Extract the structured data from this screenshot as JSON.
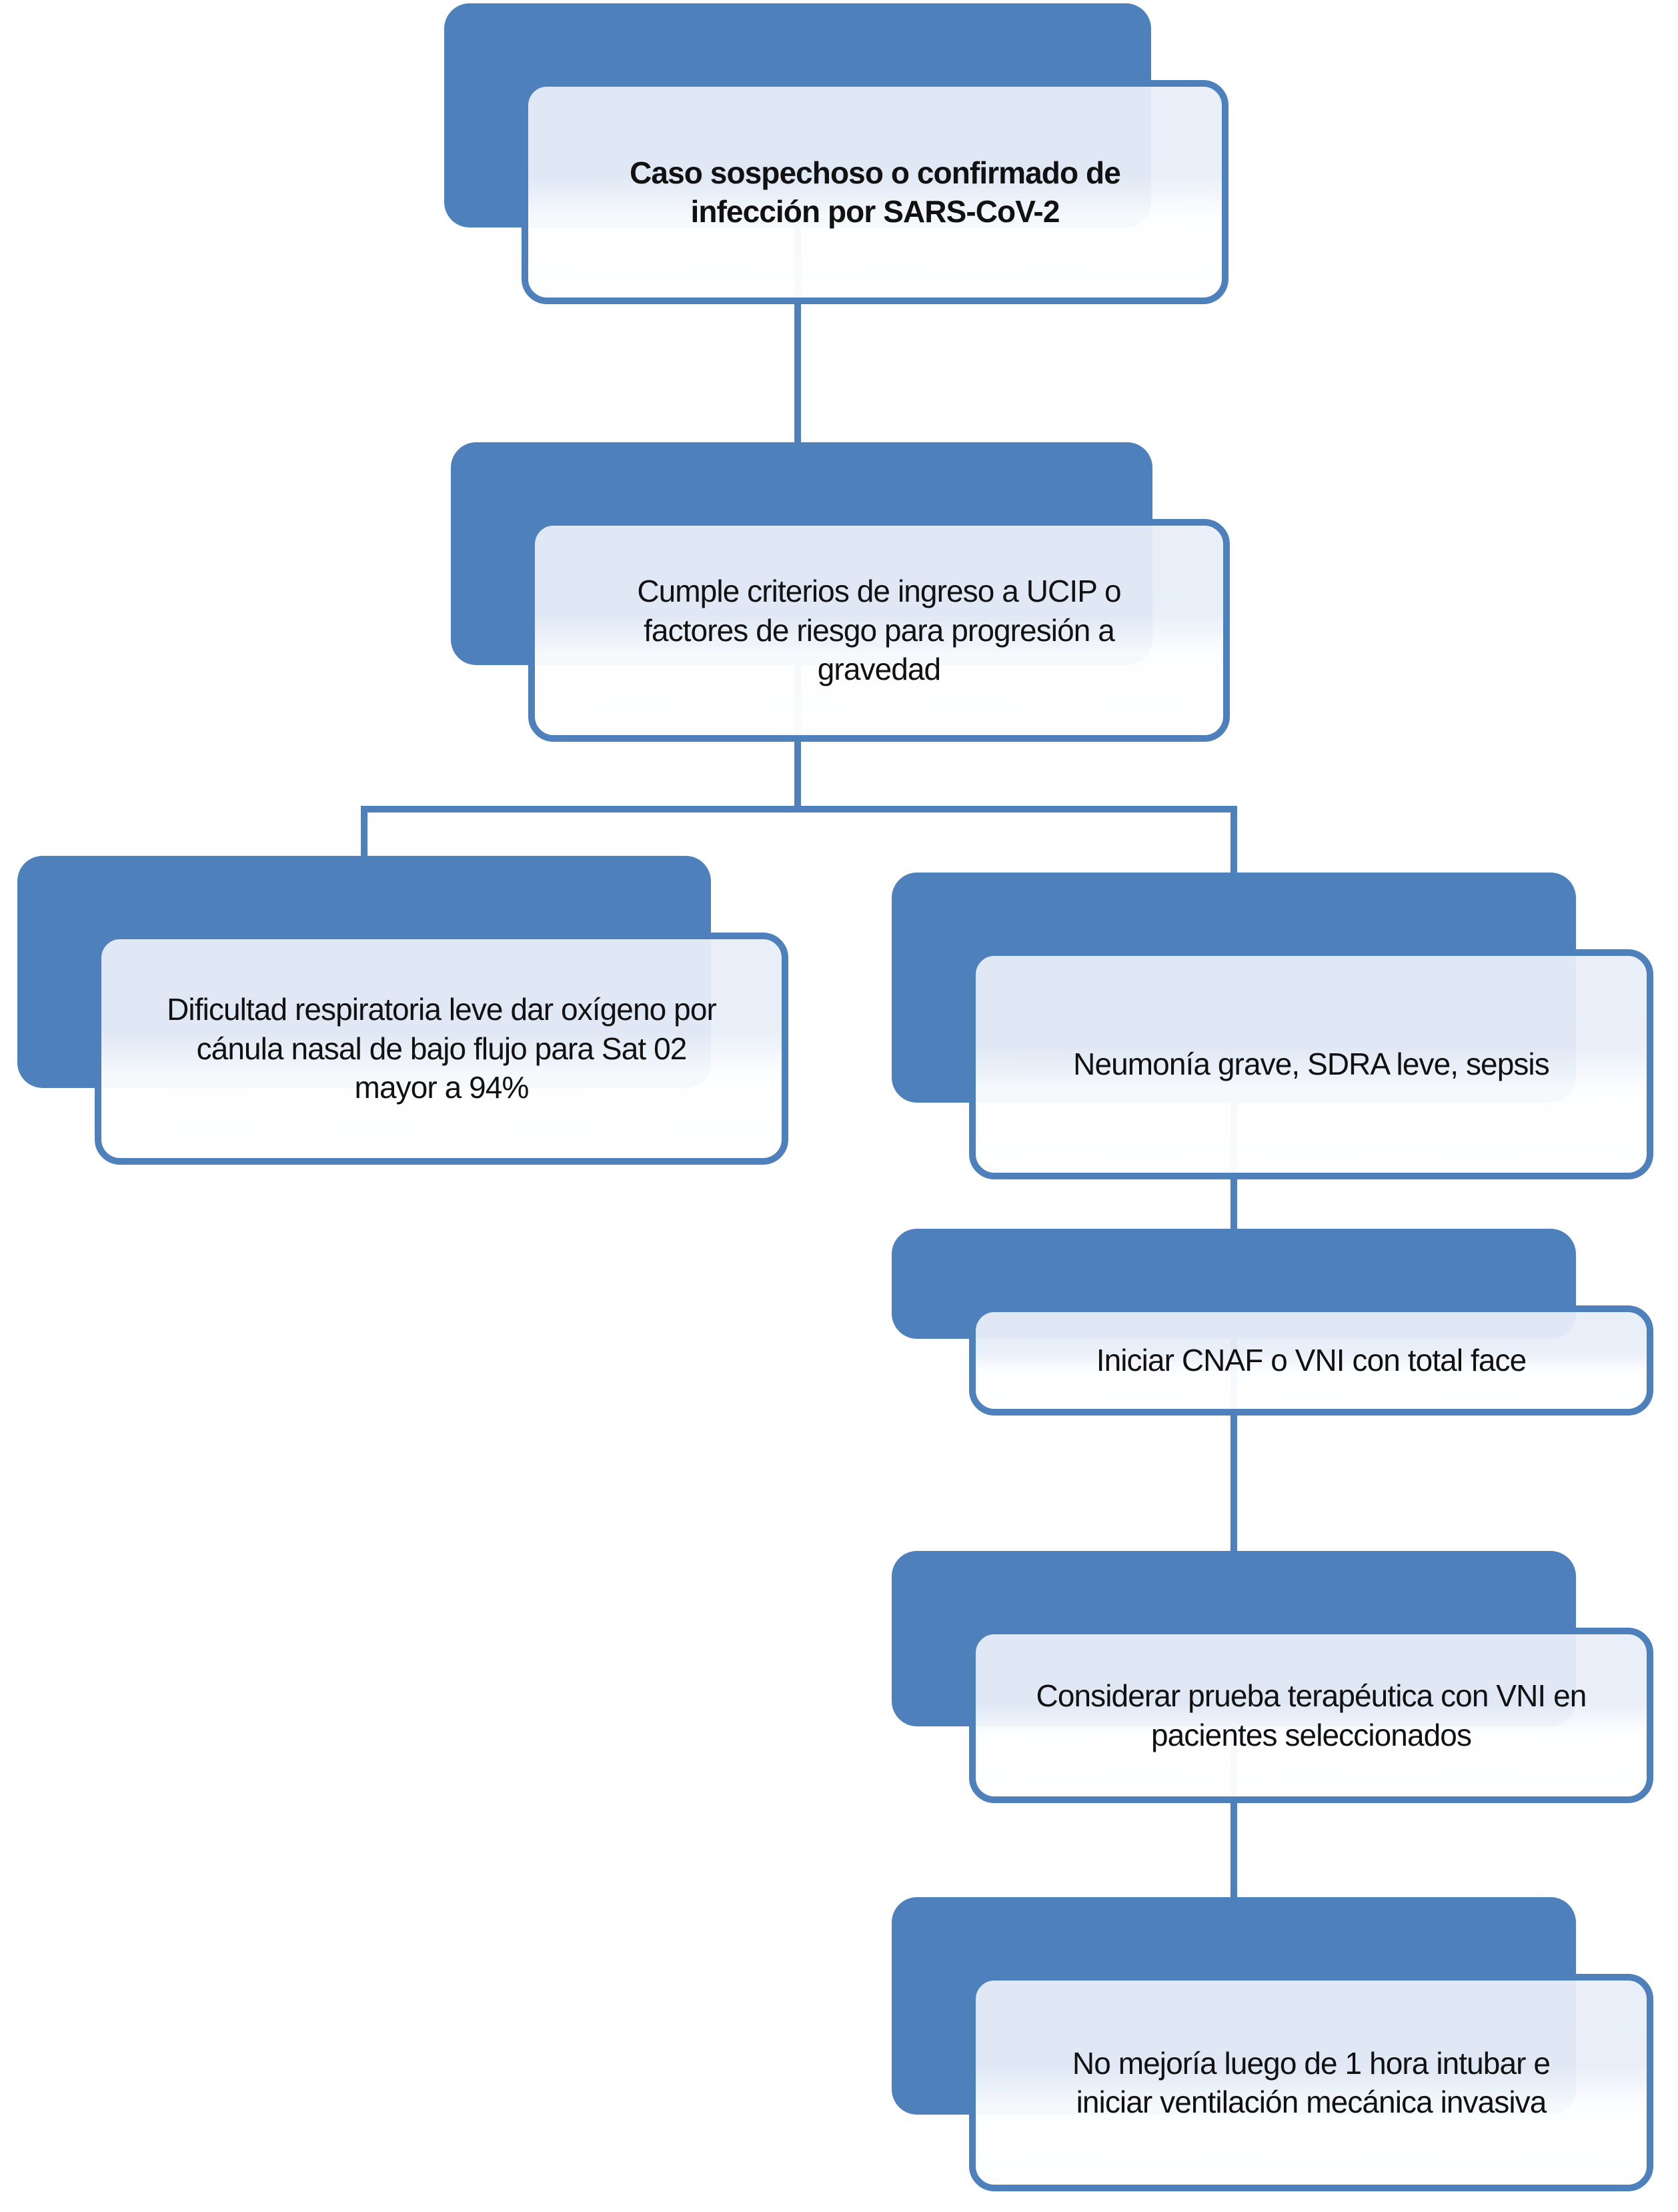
{
  "diagram": {
    "type": "flowchart",
    "language": "es",
    "colors": {
      "accent": "#4E80BC",
      "node_fill_top": "#E9EEF8",
      "node_fill_bottom": "#FFFFFF",
      "node_border": "#4E80BC",
      "text": "#111111",
      "background": "#FFFFFF"
    },
    "nodes": [
      {
        "id": "caso_sospechoso",
        "emphasis": "bold",
        "text": "Caso sospechoso o confirmado de\ninfección por SARS-CoV-2"
      },
      {
        "id": "criterios_ucip",
        "emphasis": "normal",
        "text": "Cumple criterios de ingreso a UCIP o\nfactores de riesgo para progresión a\ngravedad"
      },
      {
        "id": "dificultad_leve",
        "emphasis": "normal",
        "text": "Dificultad respiratoria leve dar oxígeno por\ncánula nasal de bajo flujo para Sat 02\nmayor a 94%"
      },
      {
        "id": "neumonia_grave",
        "emphasis": "normal",
        "text": "Neumonía grave, SDRA leve, sepsis"
      },
      {
        "id": "iniciar_cnaf",
        "emphasis": "normal",
        "text": "Iniciar CNAF o VNI con total face"
      },
      {
        "id": "prueba_vni",
        "emphasis": "normal",
        "text": "Considerar prueba terapéutica con VNI en\npacientes seleccionados"
      },
      {
        "id": "intubar_vmi",
        "emphasis": "normal",
        "text": "No mejoría luego de 1 hora intubar e\niniciar ventilación mecánica invasiva"
      }
    ],
    "edges": [
      {
        "from": "caso_sospechoso",
        "to": "criterios_ucip"
      },
      {
        "from": "criterios_ucip",
        "to": "dificultad_leve"
      },
      {
        "from": "criterios_ucip",
        "to": "neumonia_grave"
      },
      {
        "from": "neumonia_grave",
        "to": "iniciar_cnaf"
      },
      {
        "from": "iniciar_cnaf",
        "to": "prueba_vni"
      },
      {
        "from": "prueba_vni",
        "to": "intubar_vmi"
      }
    ]
  }
}
